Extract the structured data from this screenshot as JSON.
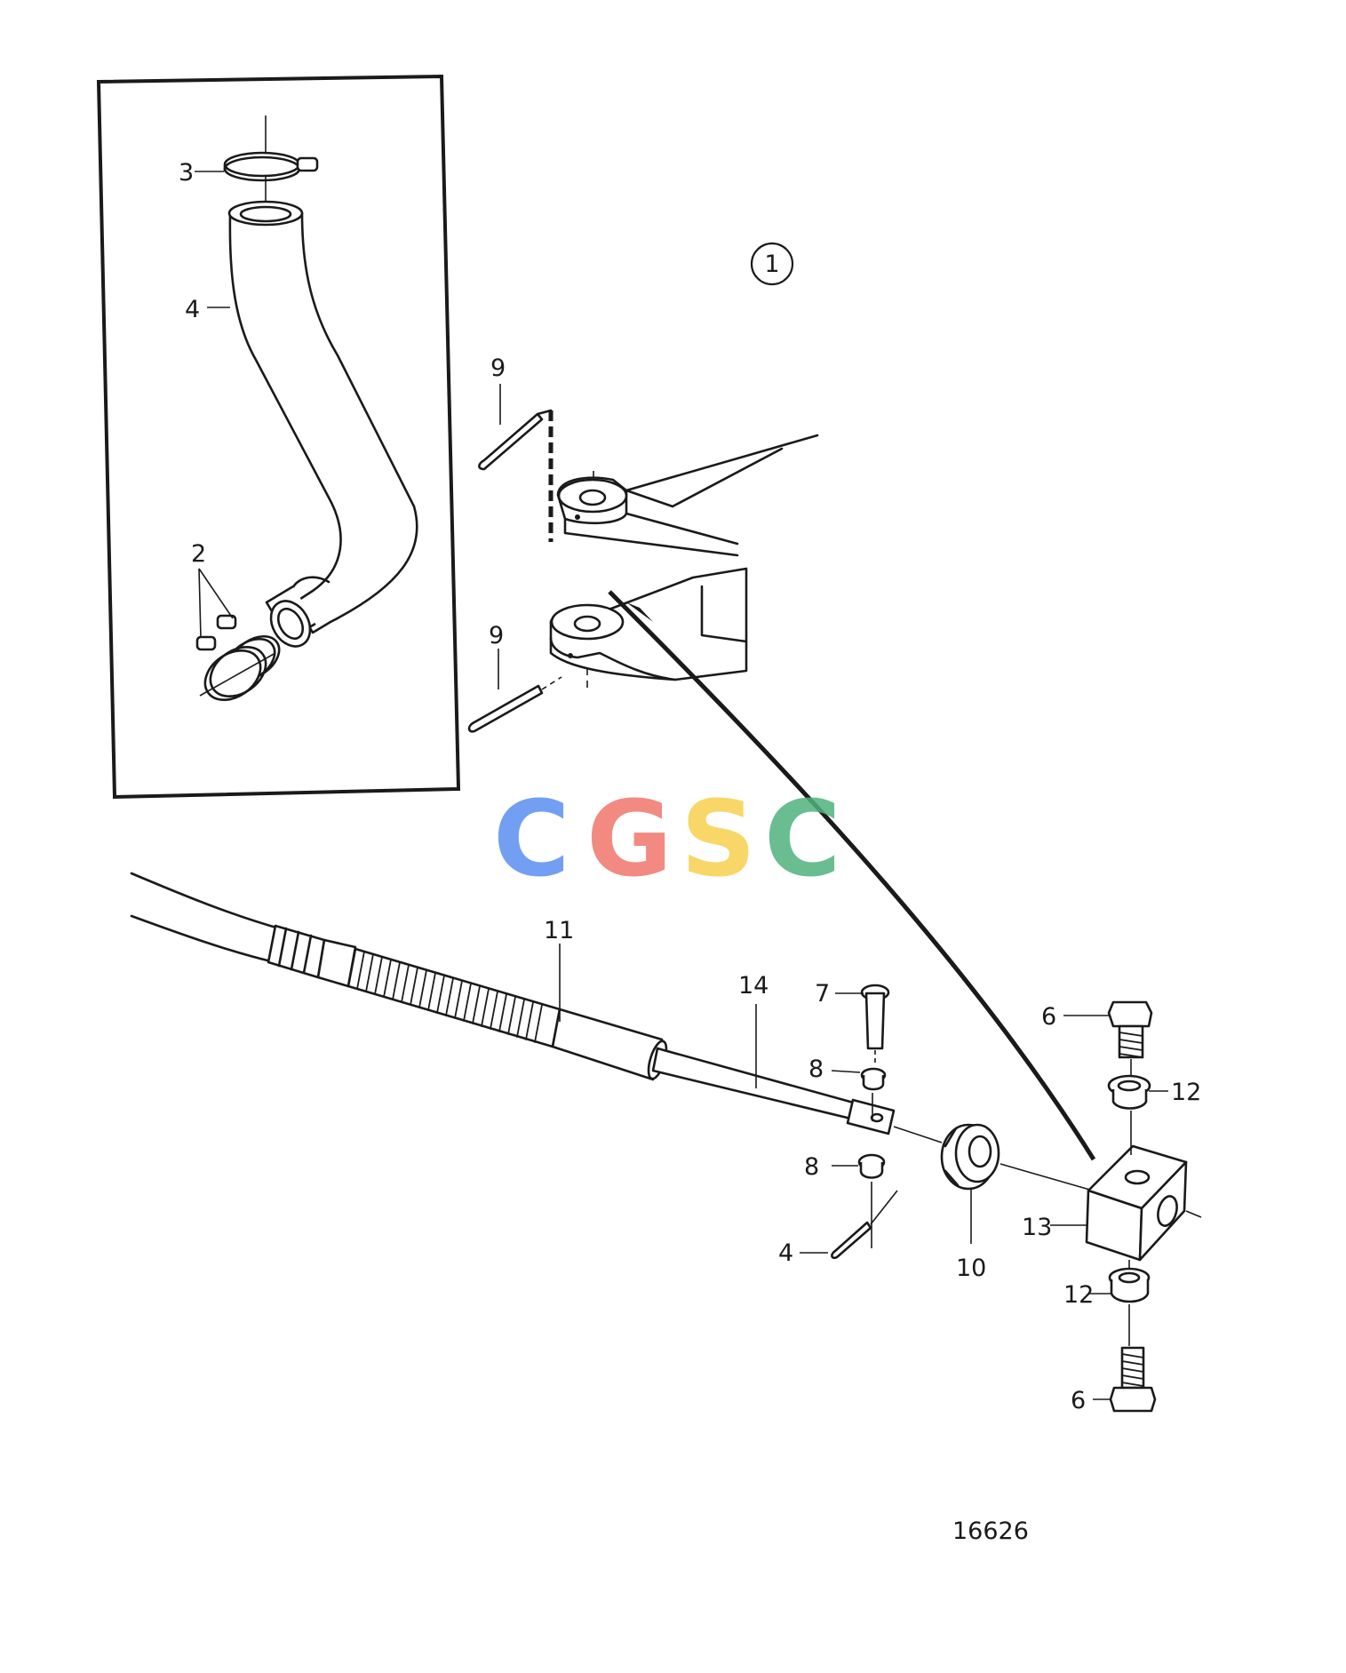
{
  "callouts": {
    "group_marker": "1",
    "hose_clamp_top": "3",
    "hose": "4",
    "hose_clamps_bottom": "2",
    "cotter_pin_upper": "9",
    "cotter_pin_lower": "9",
    "cable_conduit": "11",
    "cable_rod": "14",
    "clevis_pin": "7",
    "washer_upper": "8",
    "washer_lower": "8",
    "cotter_pin_small": "4",
    "lock_nut": "10",
    "banjo_bolt_top": "6",
    "sealing_washer_top": "12",
    "connector_block": "13",
    "sealing_washer_bottom": "12",
    "banjo_bolt_bottom": "6"
  },
  "drawing_number": "16626",
  "watermark": {
    "letters": [
      "C",
      "G",
      "S",
      "C"
    ],
    "colors": [
      "#5b8ff0",
      "#f0766d",
      "#f7d04e",
      "#4fb27d"
    ]
  }
}
